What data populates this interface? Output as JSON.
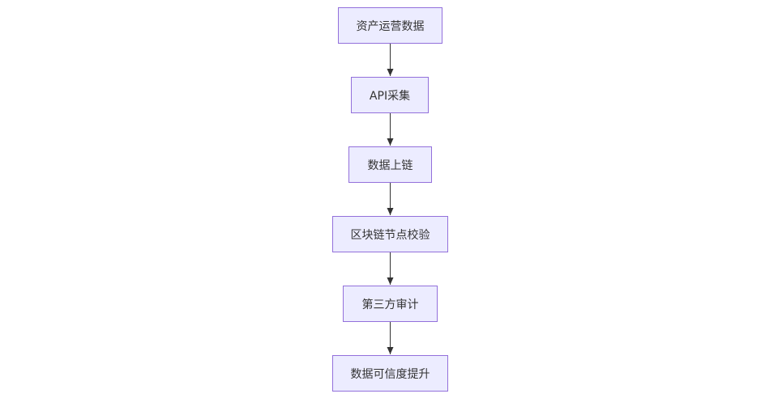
{
  "diagram": {
    "type": "flowchart",
    "direction": "top-to-bottom",
    "colors": {
      "node_fill": "#ECECFF",
      "node_border": "#9370DB",
      "edge": "#333333",
      "text": "#333333",
      "background": "#FFFFFF"
    },
    "nodes": [
      {
        "id": "n1",
        "label": "资产运营数据"
      },
      {
        "id": "n2",
        "label": "API采集"
      },
      {
        "id": "n3",
        "label": "数据上链"
      },
      {
        "id": "n4",
        "label": "区块链节点校验"
      },
      {
        "id": "n5",
        "label": "第三方审计"
      },
      {
        "id": "n6",
        "label": "数据可信度提升"
      }
    ],
    "edges": [
      {
        "from": "n1",
        "to": "n2"
      },
      {
        "from": "n2",
        "to": "n3"
      },
      {
        "from": "n3",
        "to": "n4"
      },
      {
        "from": "n4",
        "to": "n5"
      },
      {
        "from": "n5",
        "to": "n6"
      }
    ]
  }
}
